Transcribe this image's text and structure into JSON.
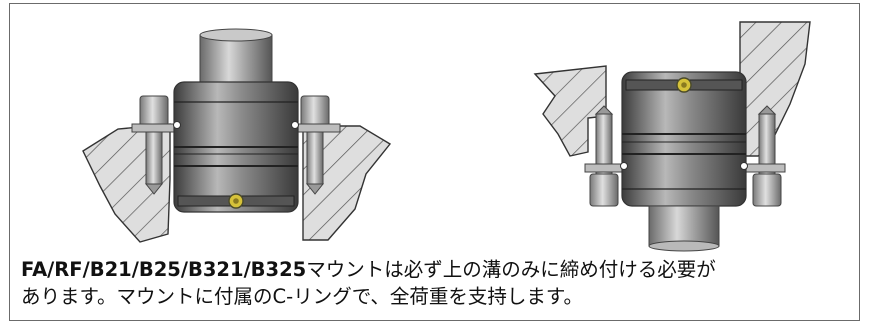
{
  "caption": {
    "bold_part": "FA/RF/B21/B25/B321/B325",
    "line1_rest": "マウントは必ず上の溝のみに締め付ける必要が",
    "line2": "あります。マウントに付属のC-リングで、全荷重を支持します。"
  },
  "colors": {
    "frame_border": "#6b6b6b",
    "hatch_fill": "#dedede",
    "body_dark": "#4a4a4a",
    "body_mid": "#8a8a8a",
    "body_light": "#c4c4c4",
    "c_ring": "#d6c23a"
  }
}
